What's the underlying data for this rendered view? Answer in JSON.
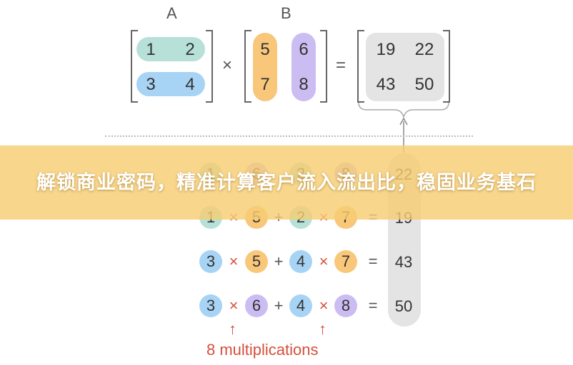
{
  "matrix_a": {
    "label": "A",
    "values": [
      [
        "1",
        "2"
      ],
      [
        "3",
        "4"
      ]
    ]
  },
  "matrix_b": {
    "label": "B",
    "values": [
      [
        "5",
        "6"
      ],
      [
        "7",
        "8"
      ]
    ]
  },
  "matrix_c": {
    "values": [
      [
        "19",
        "22"
      ],
      [
        "43",
        "50"
      ]
    ]
  },
  "ops": {
    "times": "×",
    "equals": "=",
    "plus": "+"
  },
  "rows": [
    {
      "a": "1",
      "b": "5",
      "c": "2",
      "d": "7",
      "result": "19"
    },
    {
      "a": "3",
      "b": "5",
      "c": "4",
      "d": "7",
      "result": "43"
    },
    {
      "a": "3",
      "b": "6",
      "c": "4",
      "d": "8",
      "result": "50"
    }
  ],
  "partial_row": {
    "a": "1",
    "b": "6",
    "c": "2",
    "d": "8",
    "result": "22"
  },
  "arrow_glyph": "↑",
  "footnote": "8 multiplications",
  "banner": {
    "text": "解锁商业密码，精准计算客户流入流出比，稳固业务基石"
  },
  "colors": {
    "teal": "#b7e0d9",
    "blue": "#a7d3f5",
    "orange": "#f8c77a",
    "purple": "#cbbdf2",
    "gray": "#e4e4e4",
    "accent": "#d4503c",
    "banner": "#f6cd73"
  }
}
